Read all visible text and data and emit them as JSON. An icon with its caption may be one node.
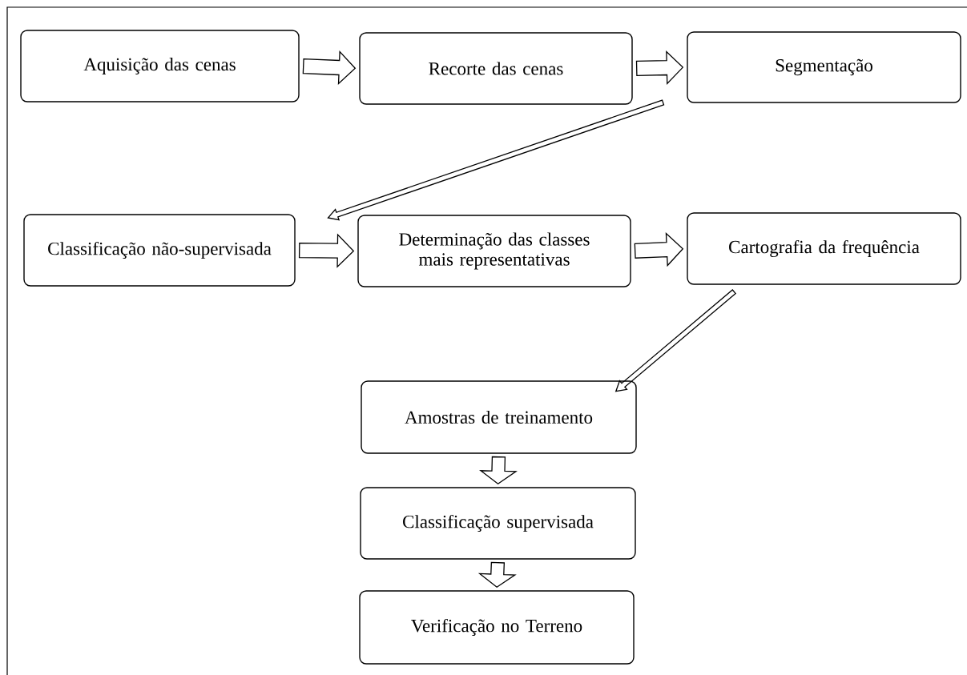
{
  "diagram": {
    "nodes": [
      {
        "text": [
          "Aquisição das cenas"
        ]
      },
      {
        "text": [
          "Recorte das cenas"
        ]
      },
      {
        "text": [
          "Segmentação"
        ]
      },
      {
        "text": [
          "Classificação não-supervisada"
        ]
      },
      {
        "text": [
          "Determinação das classes mais representativas"
        ]
      },
      {
        "text": [
          "Cartografia da frequência"
        ]
      },
      {
        "text": [
          "Amostras de treinamento"
        ]
      },
      {
        "text": [
          "Classificação supervisada"
        ]
      },
      {
        "text": [
          "Verificação no Terreno"
        ]
      }
    ],
    "edges": [
      {
        "from": 0,
        "to": 1,
        "arrow": "to"
      },
      {
        "from": 1,
        "to": 2,
        "arrow": "to"
      },
      {
        "from": 2,
        "to": 3,
        "arrow": "to"
      },
      {
        "from": 3,
        "to": 4,
        "arrow": "to"
      },
      {
        "from": 4,
        "to": 5,
        "arrow": "to"
      },
      {
        "from": 5,
        "to": 6,
        "arrow": "to"
      },
      {
        "from": 6,
        "to": 7,
        "arrow": "to"
      },
      {
        "from": 7,
        "to": 8,
        "arrow": "to"
      }
    ]
  }
}
